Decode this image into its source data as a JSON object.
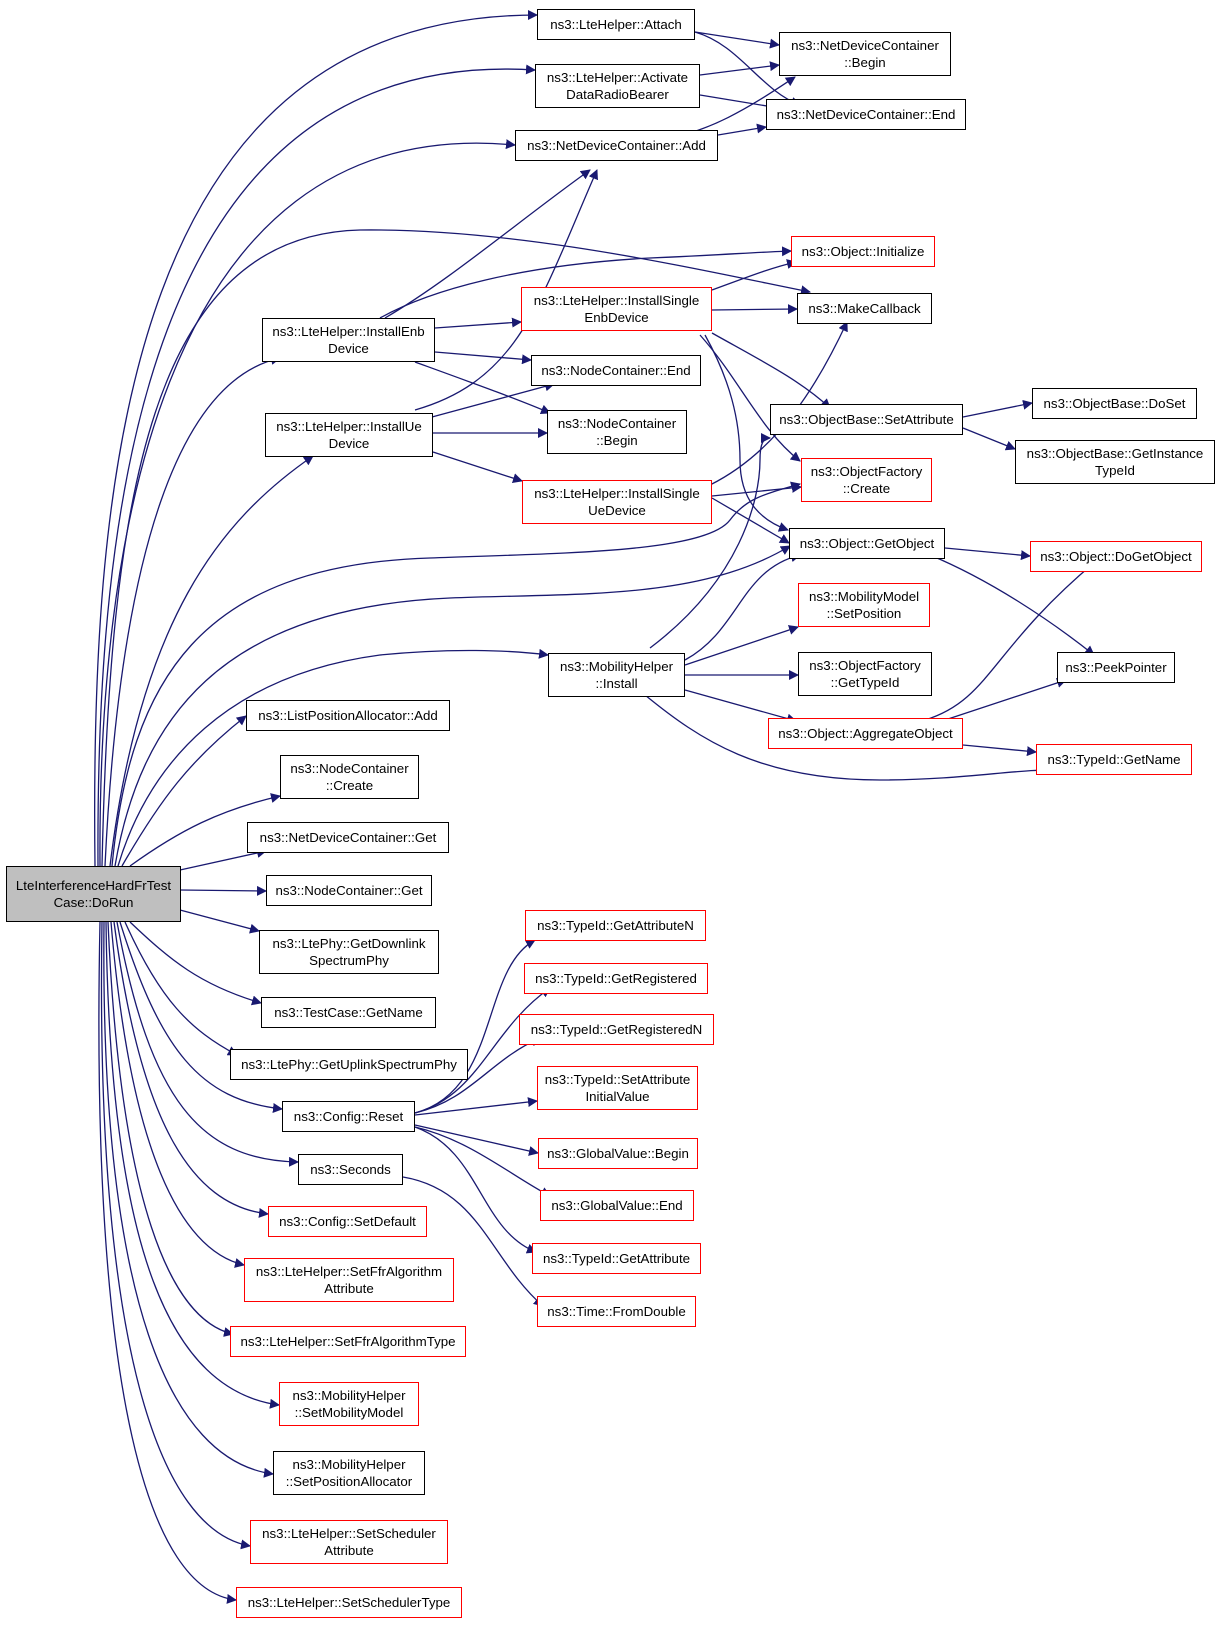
{
  "colors": {
    "edge": "#191970",
    "red_border": "#ff0000",
    "black_border": "#000000",
    "root_fill": "#bfbfbf"
  },
  "nodes": {
    "root": [
      "LteInterferenceHardFrTest",
      "Case::DoRun"
    ],
    "attach": [
      "ns3::LteHelper::Attach"
    ],
    "activate": [
      "ns3::LteHelper::Activate",
      "DataRadioBearer"
    ],
    "ndc_add": [
      "ns3::NetDeviceContainer::Add"
    ],
    "ndc_begin": [
      "ns3::NetDeviceContainer",
      "::Begin"
    ],
    "ndc_end": [
      "ns3::NetDeviceContainer::End"
    ],
    "obj_init": [
      "ns3::Object::Initialize"
    ],
    "install_single_enb": [
      "ns3::LteHelper::InstallSingle",
      "EnbDevice"
    ],
    "make_callback": [
      "ns3::MakeCallback"
    ],
    "install_enb": [
      "ns3::LteHelper::InstallEnb",
      "Device"
    ],
    "nc_end": [
      "ns3::NodeContainer::End"
    ],
    "install_ue": [
      "ns3::LteHelper::InstallUe",
      "Device"
    ],
    "nc_begin": [
      "ns3::NodeContainer",
      "::Begin"
    ],
    "set_attribute": [
      "ns3::ObjectBase::SetAttribute"
    ],
    "do_set": [
      "ns3::ObjectBase::DoSet"
    ],
    "get_instance_typeid": [
      "ns3::ObjectBase::GetInstance",
      "TypeId"
    ],
    "of_create": [
      "ns3::ObjectFactory",
      "::Create"
    ],
    "install_single_ue": [
      "ns3::LteHelper::InstallSingle",
      "UeDevice"
    ],
    "get_object": [
      "ns3::Object::GetObject"
    ],
    "do_get_object": [
      "ns3::Object::DoGetObject"
    ],
    "mm_set_position": [
      "ns3::MobilityModel",
      "::SetPosition"
    ],
    "mh_install": [
      "ns3::MobilityHelper",
      "::Install"
    ],
    "of_get_typeid": [
      "ns3::ObjectFactory",
      "::GetTypeId"
    ],
    "peek_pointer": [
      "ns3::PeekPointer"
    ],
    "aggregate": [
      "ns3::Object::AggregateObject"
    ],
    "typeid_get_name": [
      "ns3::TypeId::GetName"
    ],
    "lpa_add": [
      "ns3::ListPositionAllocator::Add"
    ],
    "nc_create": [
      "ns3::NodeContainer",
      "::Create"
    ],
    "ndc_get": [
      "ns3::NetDeviceContainer::Get"
    ],
    "nc_get": [
      "ns3::NodeContainer::Get"
    ],
    "phy_dl": [
      "ns3::LtePhy::GetDownlink",
      "SpectrumPhy"
    ],
    "tc_get_name": [
      "ns3::TestCase::GetName"
    ],
    "phy_ul": [
      "ns3::LtePhy::GetUplinkSpectrumPhy"
    ],
    "config_reset": [
      "ns3::Config::Reset"
    ],
    "seconds": [
      "ns3::Seconds"
    ],
    "config_set_default": [
      "ns3::Config::SetDefault"
    ],
    "set_ffr_attr": [
      "ns3::LteHelper::SetFfrAlgorithm",
      "Attribute"
    ],
    "set_ffr_type": [
      "ns3::LteHelper::SetFfrAlgorithmType"
    ],
    "set_mobility_model": [
      "ns3::MobilityHelper",
      "::SetMobilityModel"
    ],
    "set_position_alloc": [
      "ns3::MobilityHelper",
      "::SetPositionAllocator"
    ],
    "set_sched_attr": [
      "ns3::LteHelper::SetScheduler",
      "Attribute"
    ],
    "set_sched_type": [
      "ns3::LteHelper::SetSchedulerType"
    ],
    "get_attr_n": [
      "ns3::TypeId::GetAttributeN"
    ],
    "get_registered": [
      "ns3::TypeId::GetRegistered"
    ],
    "get_registered_n": [
      "ns3::TypeId::GetRegisteredN"
    ],
    "set_attr_initial": [
      "ns3::TypeId::SetAttribute",
      "InitialValue"
    ],
    "gv_begin": [
      "ns3::GlobalValue::Begin"
    ],
    "gv_end": [
      "ns3::GlobalValue::End"
    ],
    "get_attribute": [
      "ns3::TypeId::GetAttribute"
    ],
    "from_double": [
      "ns3::Time::FromDouble"
    ]
  }
}
